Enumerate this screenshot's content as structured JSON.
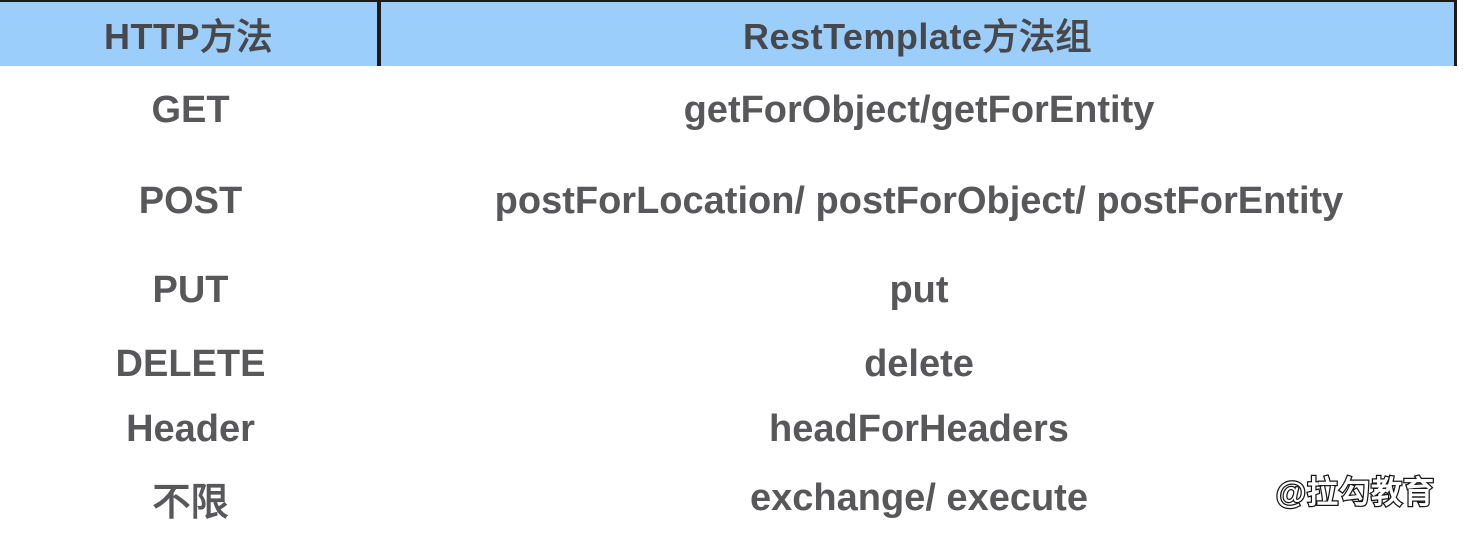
{
  "table": {
    "columns": [
      {
        "label": "HTTP方法"
      },
      {
        "label": "RestTemplate方法组"
      }
    ],
    "rows": [
      {
        "method": "GET",
        "api": "getForObject/getForEntity"
      },
      {
        "method": "POST",
        "api": "postForLocation/ postForObject/ postForEntity"
      },
      {
        "method": "PUT",
        "api": "put"
      },
      {
        "method": "DELETE",
        "api": "delete"
      },
      {
        "method": "Header",
        "api": "headForHeaders"
      },
      {
        "method": "不限",
        "api": "exchange/ execute"
      }
    ]
  },
  "watermark": {
    "text": "@拉勾教育"
  },
  "colors": {
    "header_bg": "#9CCEFB",
    "header_text": "#48484B",
    "body_text": "#58585B",
    "border": "#1B1B1B",
    "page_bg": "#FFFFFF",
    "watermark_fill": "#FFFFFF",
    "watermark_stroke": "#161616"
  }
}
